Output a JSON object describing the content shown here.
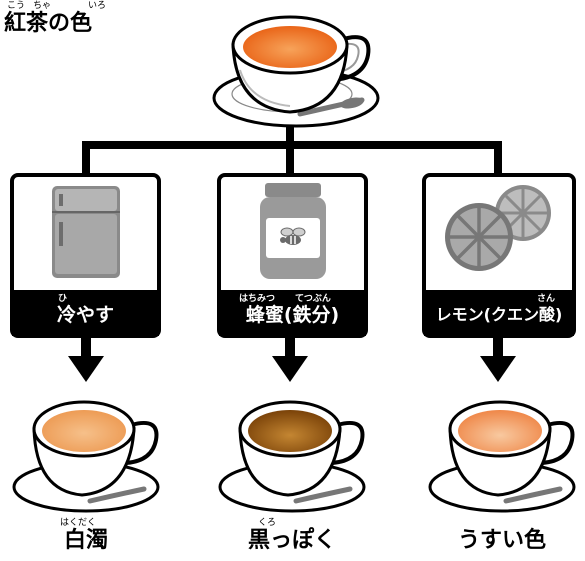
{
  "title": {
    "text": "紅茶の色",
    "furigana": [
      "こう",
      "ちゃ",
      "いろ"
    ]
  },
  "branches": [
    {
      "label": "冷やす",
      "furigana": [
        "ひ"
      ],
      "icon": "refrigerator-icon",
      "result": {
        "text": "白濁",
        "furigana": [
          "はくだく"
        ],
        "tea_color": "#f0a860"
      }
    },
    {
      "label": "蜂蜜(鉄分)",
      "furigana": [
        "はちみつ",
        "てつぶん"
      ],
      "icon": "honey-jar-icon",
      "result": {
        "text": "黒っぽく",
        "furigana": [
          "くろ"
        ],
        "tea_color": "#9a5a10"
      }
    },
    {
      "label": "レモン(クエン酸)",
      "furigana": [
        "さん"
      ],
      "icon": "lemon-slices-icon",
      "result": {
        "text": "うすい色",
        "furigana": [],
        "tea_color": "#f4a066"
      }
    }
  ],
  "colors": {
    "top_tea": "#ee6a1a",
    "band": "#000000",
    "icon_gray": "#8a8a8a"
  }
}
